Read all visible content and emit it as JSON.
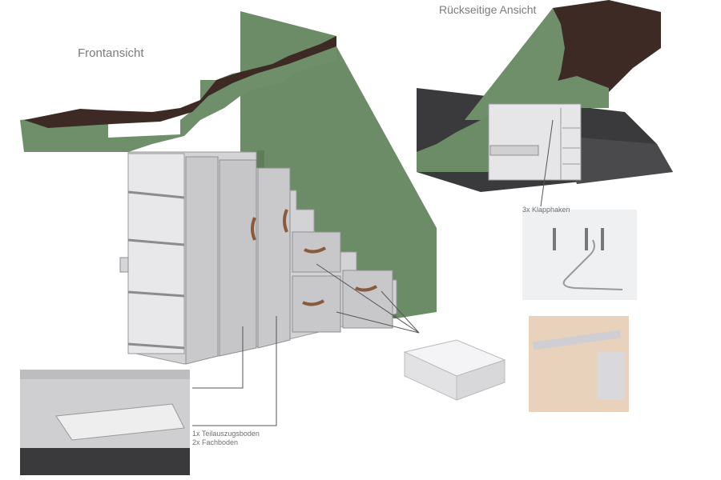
{
  "titles": {
    "front": "Frontansicht",
    "rear": "Rückseitige Ansicht"
  },
  "callouts": {
    "hooks": "3x Klapphaken",
    "shelf_line1": "1x Teilauszugsboden",
    "shelf_line2": "2x Fachboden"
  },
  "colors": {
    "wall_green": "#6f8f6b",
    "tread_dark": "#3e2a25",
    "cabinet_grey": "#cfcfd1",
    "floor_dark": "#3a3a3c",
    "handle_brown": "#8a5a3c"
  }
}
